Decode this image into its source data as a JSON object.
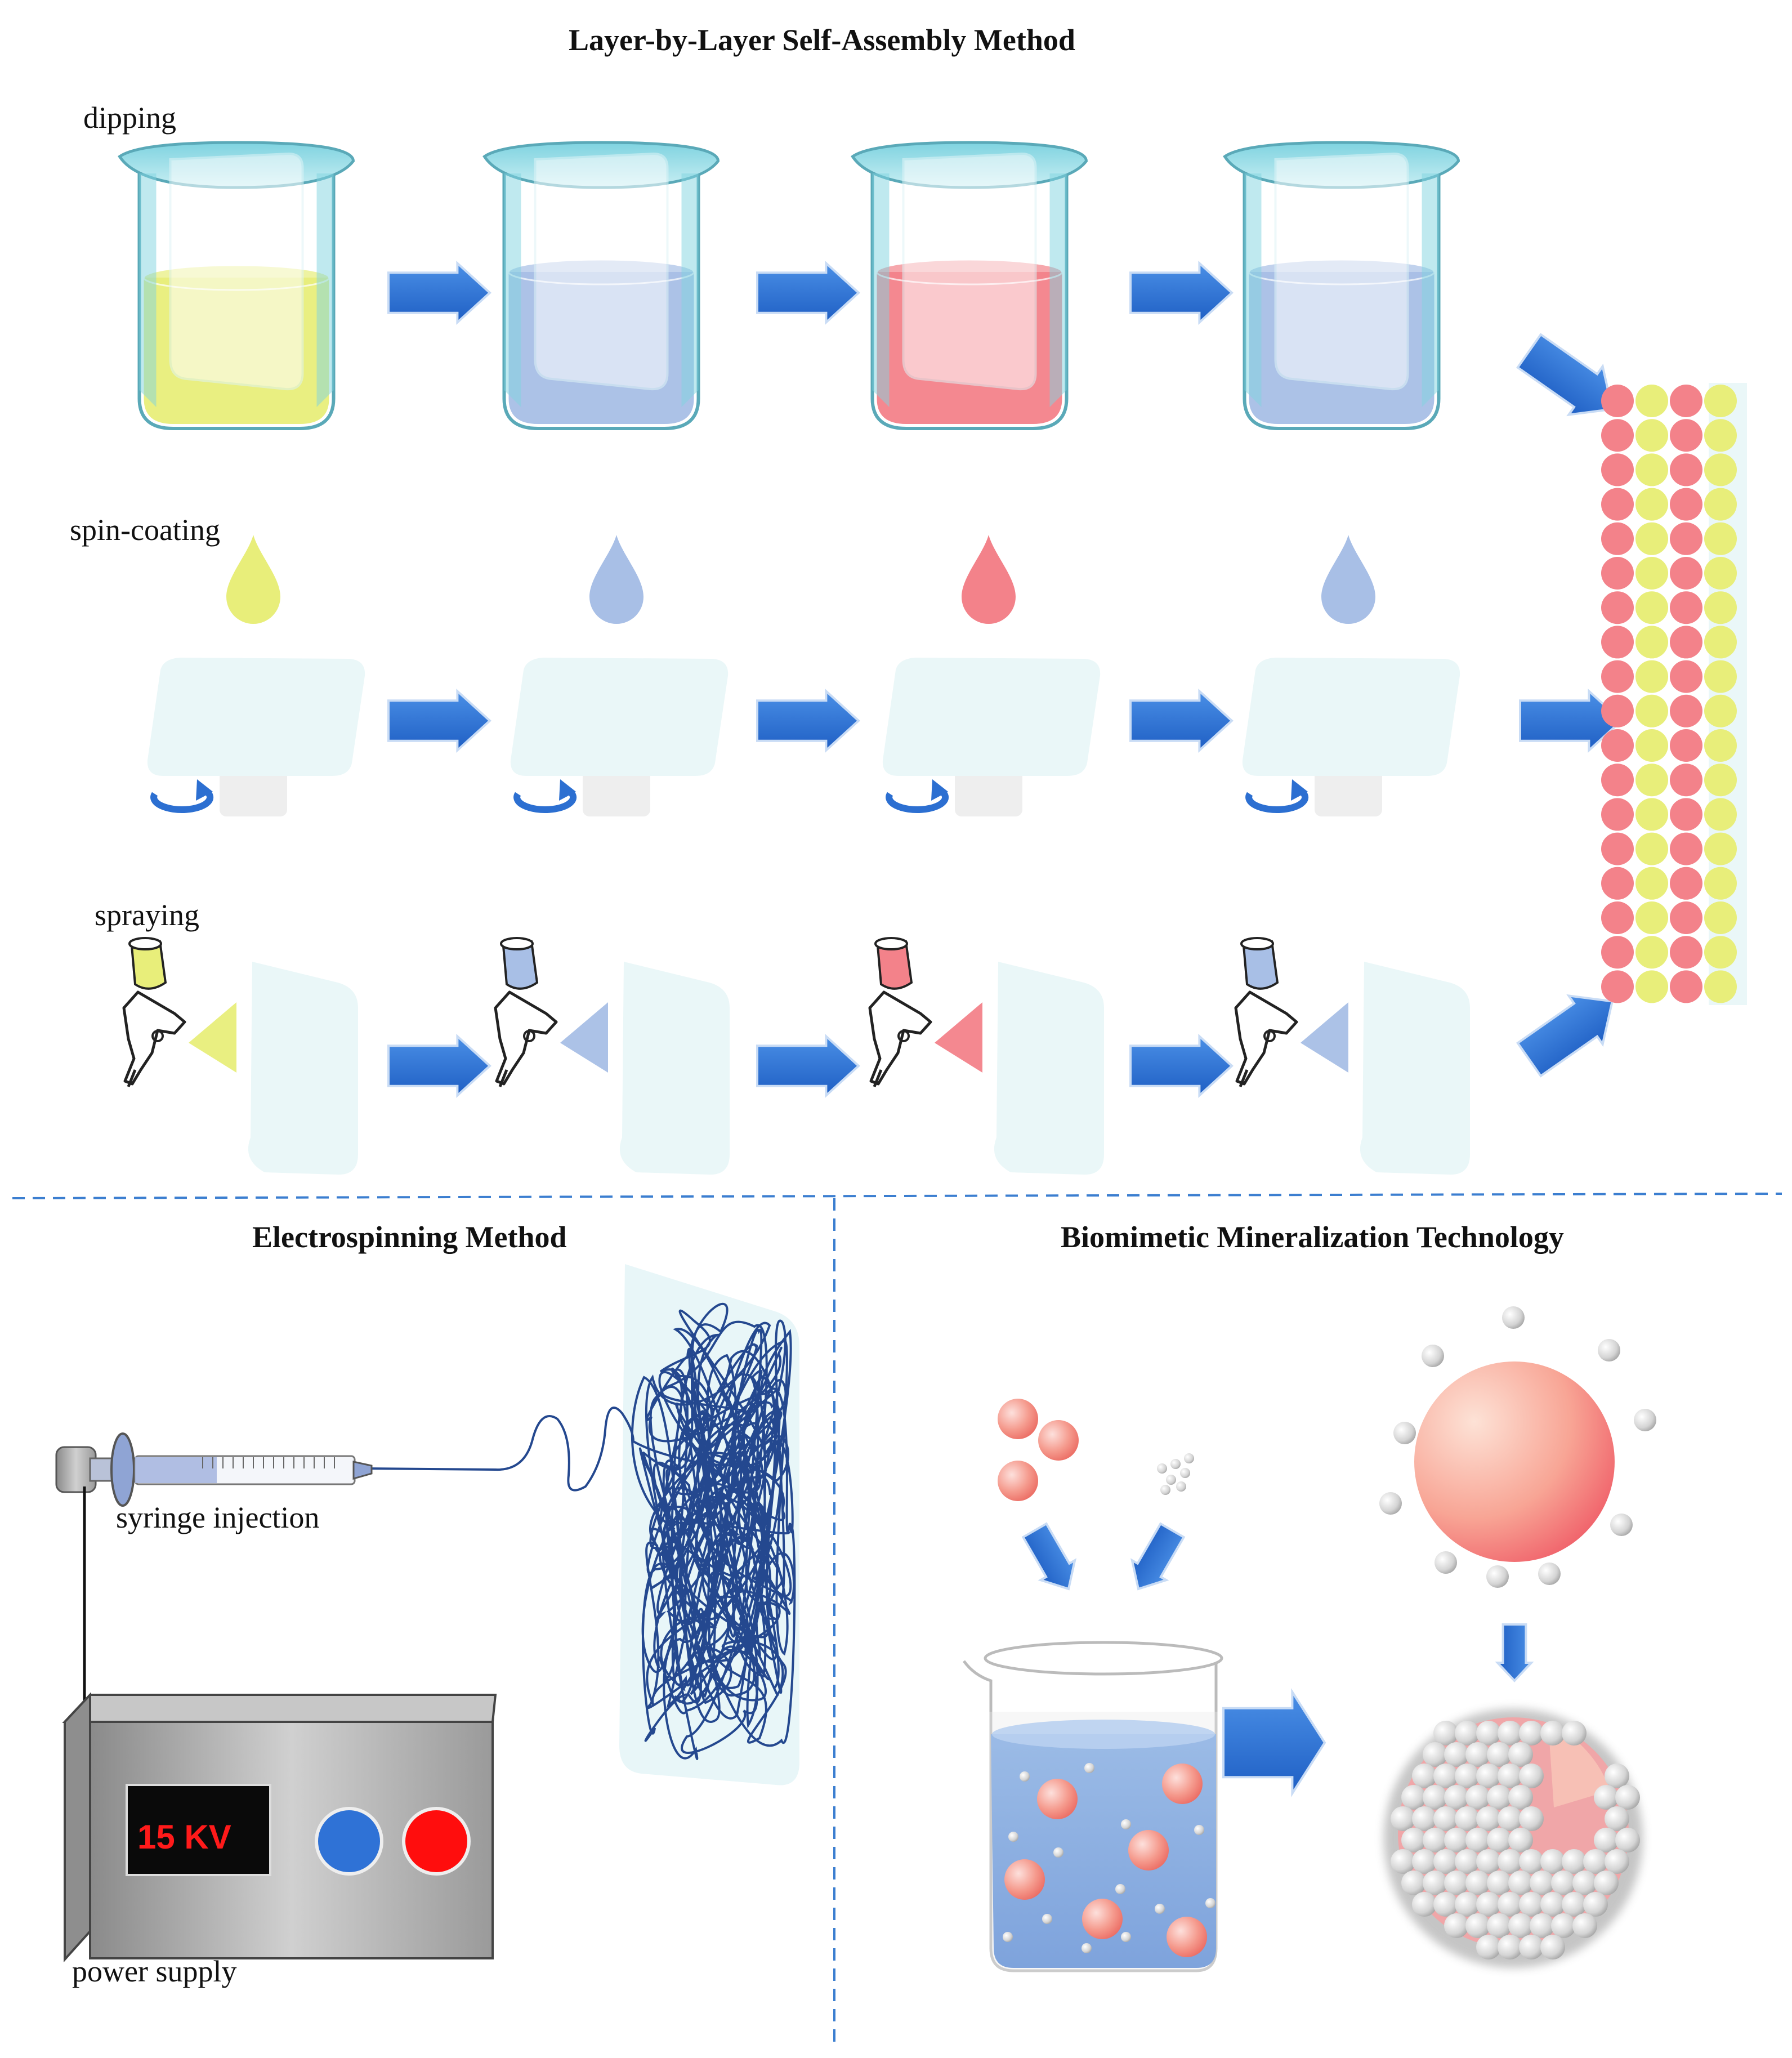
{
  "titles": {
    "lbl": "Layer-by-Layer Self-Assembly Method",
    "electrospinning": "Electrospinning Method",
    "biomineral": "Biomimetic Mineralization Technology"
  },
  "labels": {
    "dipping": "dipping",
    "spin_coating": "spin-coating",
    "spraying": "spraying",
    "syringe": "syringe injection",
    "power": "power supply"
  },
  "display": {
    "voltage": "15 KV"
  },
  "colors": {
    "yellow": "#e8ee7a",
    "blue": "#a8bfe6",
    "red": "#f3828a",
    "arrow": "#2c6fd1",
    "pale_cyan": "#eaf7f8"
  },
  "sequence": [
    "yellow",
    "blue",
    "red",
    "blue"
  ],
  "film_columns": [
    "red",
    "yellow",
    "red",
    "yellow"
  ],
  "film_rows": 18
}
